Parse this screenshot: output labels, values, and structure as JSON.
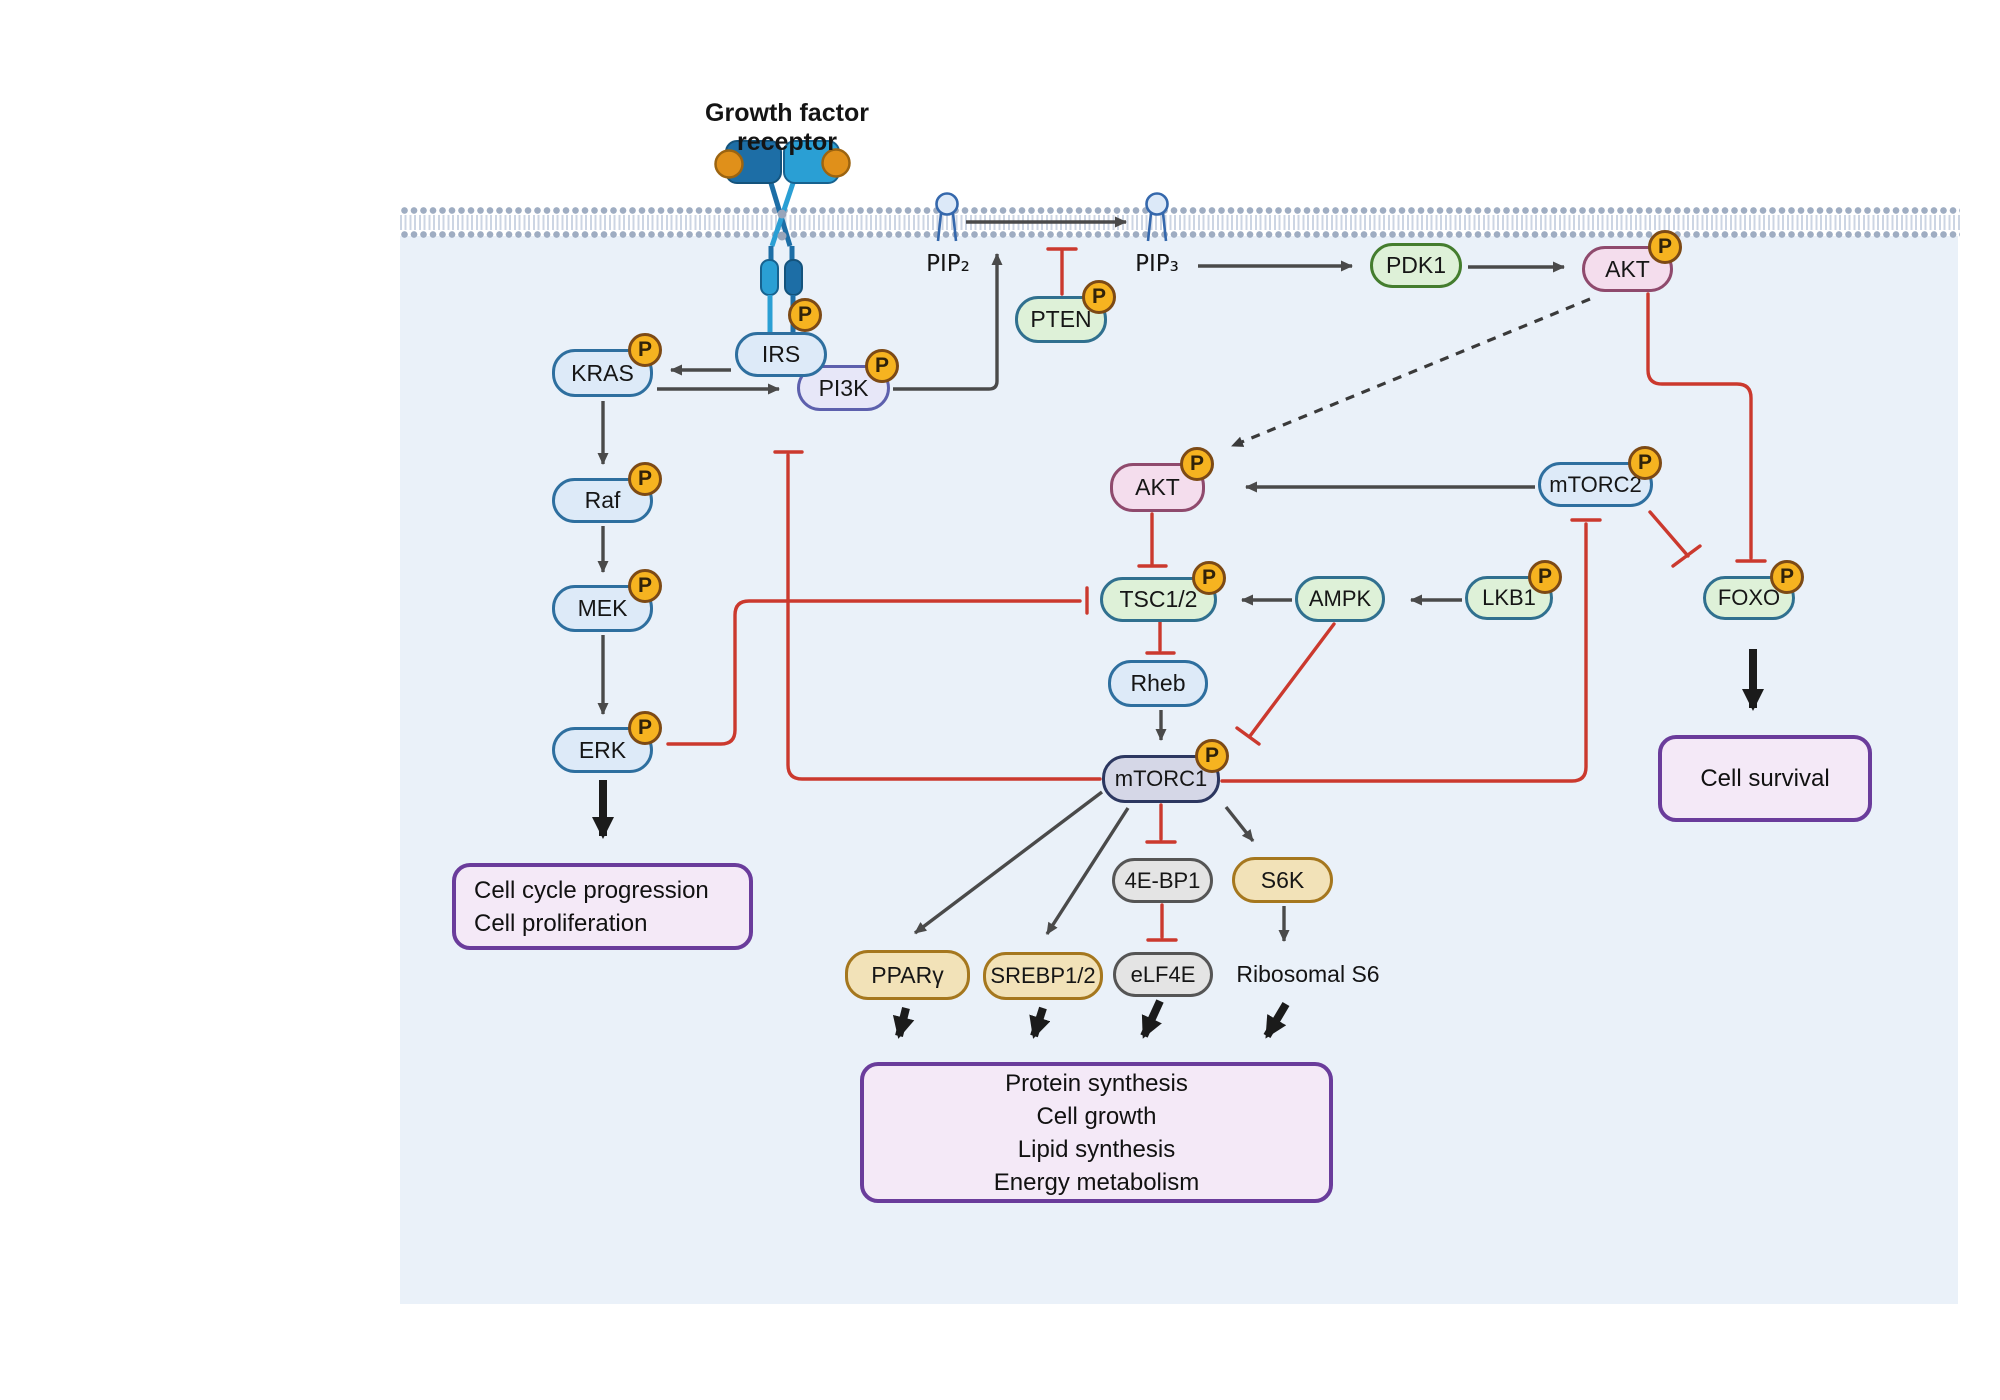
{
  "title": "Growth factor receptor",
  "badges": {
    "phospho": "P"
  },
  "membrane_labels": {
    "pip2": "PIP₂",
    "pip3": "PIP₃"
  },
  "free_labels": {
    "ribosomal_s6": "Ribosomal S6"
  },
  "nodes": {
    "kras": {
      "label": "KRAS",
      "phosphorylated": true
    },
    "irs": {
      "label": "IRS",
      "phosphorylated": true
    },
    "pi3k": {
      "label": "PI3K",
      "phosphorylated": true
    },
    "raf": {
      "label": "Raf",
      "phosphorylated": true
    },
    "mek": {
      "label": "MEK",
      "phosphorylated": true
    },
    "erk": {
      "label": "ERK",
      "phosphorylated": true
    },
    "pten": {
      "label": "PTEN",
      "phosphorylated": true
    },
    "pdk1": {
      "label": "PDK1",
      "phosphorylated": false
    },
    "akt_membrane": {
      "label": "AKT",
      "phosphorylated": true
    },
    "akt": {
      "label": "AKT",
      "phosphorylated": true
    },
    "mtorc2": {
      "label": "mTORC2",
      "phosphorylated": true
    },
    "tsc12": {
      "label": "TSC1/2",
      "phosphorylated": true
    },
    "ampk": {
      "label": "AMPK",
      "phosphorylated": false
    },
    "lkb1": {
      "label": "LKB1",
      "phosphorylated": true
    },
    "foxo": {
      "label": "FOXO",
      "phosphorylated": true
    },
    "rheb": {
      "label": "Rheb",
      "phosphorylated": false
    },
    "mtorc1": {
      "label": "mTORC1",
      "phosphorylated": true
    },
    "e4ebp1": {
      "label": "4E-BP1",
      "phosphorylated": false
    },
    "s6k": {
      "label": "S6K",
      "phosphorylated": false
    },
    "elf4e": {
      "label": "eLF4E",
      "phosphorylated": false
    },
    "pparg": {
      "label": "PPARγ",
      "phosphorylated": false
    },
    "srebp": {
      "label": "SREBP1/2",
      "phosphorylated": false
    }
  },
  "outcomes": {
    "cell_cycle": {
      "lines": [
        "Cell cycle progression",
        "Cell proliferation"
      ]
    },
    "cell_survival": {
      "label": "Cell survival"
    },
    "metabolic": {
      "lines": [
        "Protein synthesis",
        "Cell growth",
        "Lipid synthesis",
        "Energy metabolism"
      ]
    }
  },
  "edges": [
    {
      "from": "PIP2",
      "to": "PIP3",
      "type": "conversion-arrow"
    },
    {
      "from": "PTEN",
      "to": "PIP2/PIP3 conversion",
      "type": "inhibition"
    },
    {
      "from": "PIP3",
      "to": "PDK1",
      "type": "activation"
    },
    {
      "from": "PDK1",
      "to": "AKT (membrane)",
      "type": "activation"
    },
    {
      "from": "AKT (membrane)",
      "to": "AKT",
      "type": "activation-dashed"
    },
    {
      "from": "AKT (membrane)",
      "to": "FOXO",
      "type": "inhibition"
    },
    {
      "from": "IRS",
      "to": "KRAS",
      "type": "activation"
    },
    {
      "from": "KRAS",
      "to": "PI3K",
      "type": "activation"
    },
    {
      "from": "PI3K",
      "to": "membrane PIP conversion",
      "type": "activation"
    },
    {
      "from": "KRAS",
      "to": "Raf",
      "type": "activation"
    },
    {
      "from": "Raf",
      "to": "MEK",
      "type": "activation"
    },
    {
      "from": "MEK",
      "to": "ERK",
      "type": "activation"
    },
    {
      "from": "ERK",
      "to": "Cell cycle progression / Cell proliferation",
      "type": "activation-thick"
    },
    {
      "from": "ERK",
      "to": "TSC1/2",
      "type": "inhibition"
    },
    {
      "from": "mTORC2",
      "to": "AKT",
      "type": "activation"
    },
    {
      "from": "mTORC2",
      "to": "FOXO",
      "type": "inhibition"
    },
    {
      "from": "AKT",
      "to": "TSC1/2",
      "type": "inhibition"
    },
    {
      "from": "TSC1/2",
      "to": "Rheb",
      "type": "inhibition"
    },
    {
      "from": "Rheb",
      "to": "mTORC1",
      "type": "activation"
    },
    {
      "from": "LKB1",
      "to": "AMPK",
      "type": "activation"
    },
    {
      "from": "AMPK",
      "to": "TSC1/2",
      "type": "activation"
    },
    {
      "from": "AMPK",
      "to": "mTORC1",
      "type": "inhibition"
    },
    {
      "from": "mTORC1",
      "to": "mTORC2",
      "type": "inhibition"
    },
    {
      "from": "mTORC1",
      "to": "IRS/PI3K",
      "type": "inhibition-feedback"
    },
    {
      "from": "mTORC1",
      "to": "4E-BP1",
      "type": "inhibition"
    },
    {
      "from": "mTORC1",
      "to": "S6K",
      "type": "activation"
    },
    {
      "from": "mTORC1",
      "to": "PPARγ",
      "type": "activation"
    },
    {
      "from": "mTORC1",
      "to": "SREBP1/2",
      "type": "activation"
    },
    {
      "from": "4E-BP1",
      "to": "eLF4E",
      "type": "inhibition"
    },
    {
      "from": "S6K",
      "to": "Ribosomal S6",
      "type": "activation"
    },
    {
      "from": "FOXO",
      "to": "Cell survival",
      "type": "activation-thick"
    },
    {
      "from": "PPARγ",
      "to": "metabolic outcomes",
      "type": "activation-thick"
    },
    {
      "from": "SREBP1/2",
      "to": "metabolic outcomes",
      "type": "activation-thick"
    },
    {
      "from": "eLF4E",
      "to": "metabolic outcomes",
      "type": "activation-thick"
    },
    {
      "from": "Ribosomal S6",
      "to": "metabolic outcomes",
      "type": "activation-thick"
    }
  ],
  "palette": {
    "cell_background": "#eaf1f9",
    "membrane_dots": "#9fadc2",
    "membrane_tails": "#ccd5e3",
    "node_blue_fill": "#ddeaf8",
    "node_blue_border": "#2e6f9f",
    "node_green_fill": "#def1d8",
    "node_green_border": "#30708f",
    "pdk1_border": "#447d2e",
    "node_pink_fill": "#f4dded",
    "node_pink_border": "#8f4a6d",
    "node_lavender_fill": "#e7e7f8",
    "node_lavender_border": "#5d60ad",
    "mtorc1_fill": "#d5d7e7",
    "mtorc1_border": "#2c3760",
    "node_gray_fill": "#e4e4e4",
    "node_gray_border": "#555555",
    "node_tan_fill": "#f2e2b8",
    "node_tan_border": "#a5771e",
    "outcome_fill": "#f4e9f7",
    "outcome_border": "#6a3c9b",
    "phospho_fill": "#f6b320",
    "phospho_border": "#7d4a15",
    "arrow": "#4a4a4a",
    "inhibition": "#cb392e",
    "thick_arrow": "#1b1b1b",
    "receptor_dark": "#1d6ea6",
    "receptor_light": "#2a9fd4",
    "ligand": "#e0901a"
  }
}
